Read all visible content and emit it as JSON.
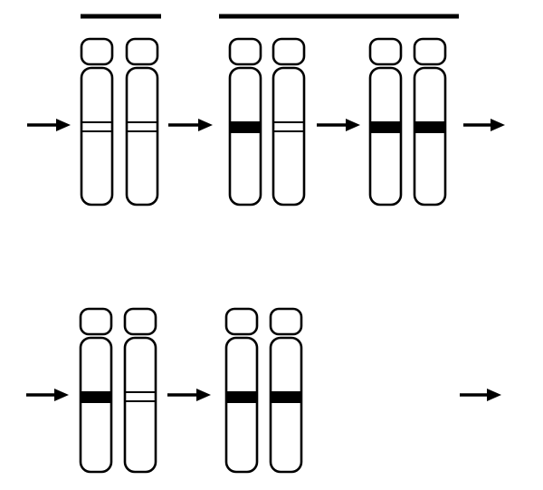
{
  "colors": {
    "background": "#ffffff",
    "ink": "#000000",
    "chromosome_fill": "#ffffff",
    "band_dark": "#000000",
    "band_light": "#ffffff"
  },
  "top_row": {
    "pairs": [
      {
        "left_band": "light",
        "right_band": "light"
      },
      {
        "left_band": "dark",
        "right_band": "light"
      },
      {
        "left_band": "dark",
        "right_band": "dark"
      }
    ],
    "arrows": 4
  },
  "bottom_row": {
    "pairs": [
      {
        "left_band": "dark",
        "right_band": "light"
      },
      {
        "left_band": "dark",
        "right_band": "dark"
      }
    ],
    "arrows": 3
  }
}
